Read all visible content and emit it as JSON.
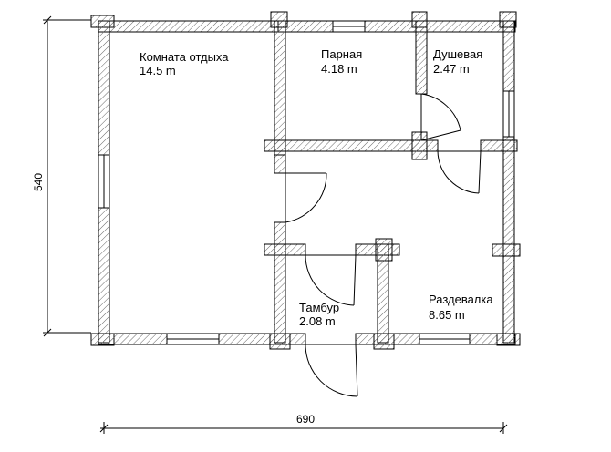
{
  "rooms": [
    {
      "id": "rest-room",
      "name": "Комната отдыха",
      "area": "14.5 m"
    },
    {
      "id": "steam-room",
      "name": "Парная",
      "area": "4.18 m"
    },
    {
      "id": "shower",
      "name": "Душевая",
      "area": "2.47 m"
    },
    {
      "id": "vestibule",
      "name": "Тамбур",
      "area": "2.08 m"
    },
    {
      "id": "changing-room",
      "name": "Раздевалка",
      "area": "8.65 m"
    }
  ],
  "dimensions": {
    "width": "690",
    "height": "540"
  },
  "colors": {
    "wall_outline": "#000000",
    "hatch": "#666666",
    "background": "#ffffff"
  }
}
